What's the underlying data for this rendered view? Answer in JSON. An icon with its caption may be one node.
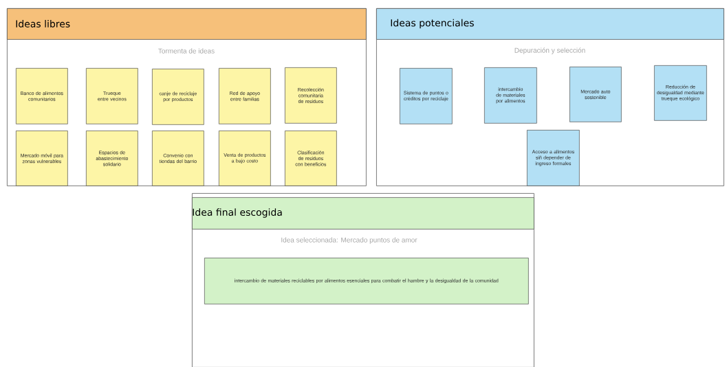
{
  "diagram": {
    "nodes": [
      {
        "text": [
          "Ideas libres",
          "Tormenta de ideas"
        ]
      },
      {
        "text": [
          "Banco de alimentos comunitarios"
        ],
        "in": 0
      },
      {
        "text": [
          "Trueque entre vecinos"
        ],
        "in": 0
      },
      {
        "text": [
          "canje de reciclaje por productos"
        ],
        "in": 0
      },
      {
        "text": [
          "Red de apoyo entre familias"
        ],
        "in": 0
      },
      {
        "text": [
          "Recolección comunitaria de residuos"
        ],
        "in": 0
      },
      {
        "text": [
          "Mercado móvil para zonas vulnerables"
        ],
        "in": 0
      },
      {
        "text": [
          "Espacios  de abastecimiento solidario"
        ],
        "in": 0
      },
      {
        "text": [
          "Convenio con tiendas del barrio"
        ],
        "in": 0
      },
      {
        "text": [
          "Venta de productos a bajo costo"
        ],
        "in": 0
      },
      {
        "text": [
          "Clasificación de residuos con beneficios"
        ],
        "in": 0
      },
      {
        "text": [
          "Ideas potenciales",
          "Depuración y selección"
        ]
      },
      {
        "text": [
          "Sistema de puntos o créditos por reciclaje"
        ],
        "in": 11
      },
      {
        "text": [
          "intercambio de materiales por alimentos"
        ],
        "in": 11
      },
      {
        "text": [
          "Mercado auto sostenible"
        ],
        "in": 11
      },
      {
        "text": [
          "Reducción de desigualdad mediante trueque ecológico"
        ],
        "in": 11
      },
      {
        "text": [
          "Acceso a alimentos siñ depender de ingreso formales"
        ],
        "in": 11
      },
      {
        "text": [
          "Idea final escogida",
          "Idea seleccionada: Mercado puntos de amor"
        ]
      },
      {
        "text": [
          "intercambio de materiales  reciclables por alimentos esenciales para combatir el hambre y la desigualdad de la comunidad"
        ],
        "in": 17
      }
    ]
  }
}
